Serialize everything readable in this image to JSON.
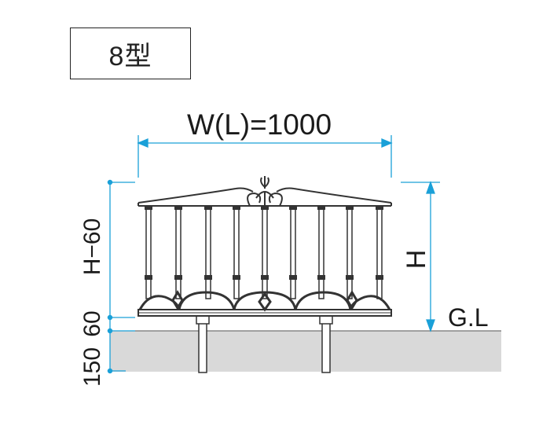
{
  "diagram": {
    "type_label": "8型",
    "width_label": "W(L)=1000",
    "height_label": "H",
    "ground_label": "G.L",
    "left_dims": {
      "top_segment": "H−60",
      "middle_segment": "60",
      "bottom_segment": "150"
    },
    "colors": {
      "dimension_line": "#1aa0d8",
      "fence": "#333333",
      "ground": "#d9d9d9",
      "outline": "#222222"
    }
  }
}
